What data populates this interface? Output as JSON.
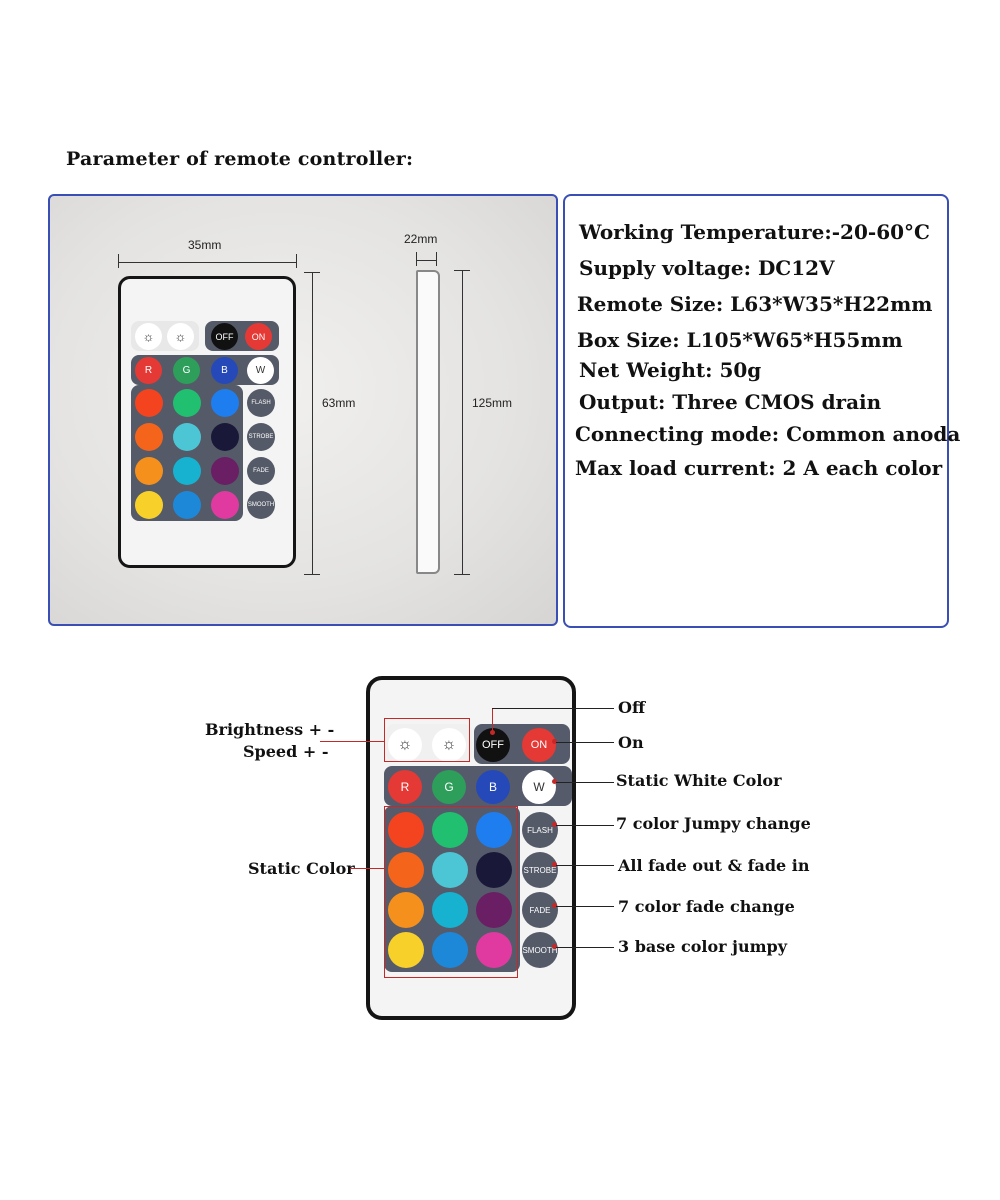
{
  "heading": "Parameter of  remote controller:",
  "dimensions": {
    "width": "35mm",
    "height": "63mm",
    "thickness": "22mm",
    "side_height": "125mm"
  },
  "specs": [
    "Working Temperature:-20-60°C",
    "Supply voltage: DC12V",
    "Remote Size: L63*W35*H22mm",
    "Box Size: L105*W65*H55mm",
    "Net Weight: 50g",
    "Output: Three CMOS drain",
    "Connecting mode: Common anoda",
    "Max load current: 2 A each color"
  ],
  "remote_buttons": {
    "off": "OFF",
    "on": "ON",
    "r": "R",
    "g": "G",
    "b": "B",
    "w": "W",
    "flash": "FLASH",
    "strobe": "STROBE",
    "fade": "FADE",
    "smooth": "SMOOTH"
  },
  "button_icons": [
    "brightness-up-icon",
    "brightness-down-icon"
  ],
  "colors": {
    "red": "#e53935",
    "green": "#2e9e5b",
    "blue": "#2549b8",
    "grid": [
      [
        "#f4431f",
        "#20c070",
        "#1e7ef0"
      ],
      [
        "#f4641a",
        "#4cc6d4",
        "#1a1838"
      ],
      [
        "#f6901c",
        "#16b2d0",
        "#6a1e64"
      ],
      [
        "#f8d02a",
        "#1e88d8",
        "#e03aa0"
      ]
    ],
    "border": "#3a4fb5"
  },
  "callouts": {
    "brightness": "Brightness + -",
    "speed": "Speed + -",
    "static_color": "Static Color",
    "off": "Off",
    "on": "On",
    "static_white": "Static White Color",
    "flash": "7 color Jumpy change",
    "strobe": "All fade out & fade in",
    "fade": "7 color fade change",
    "smooth": "3 base color jumpy"
  }
}
